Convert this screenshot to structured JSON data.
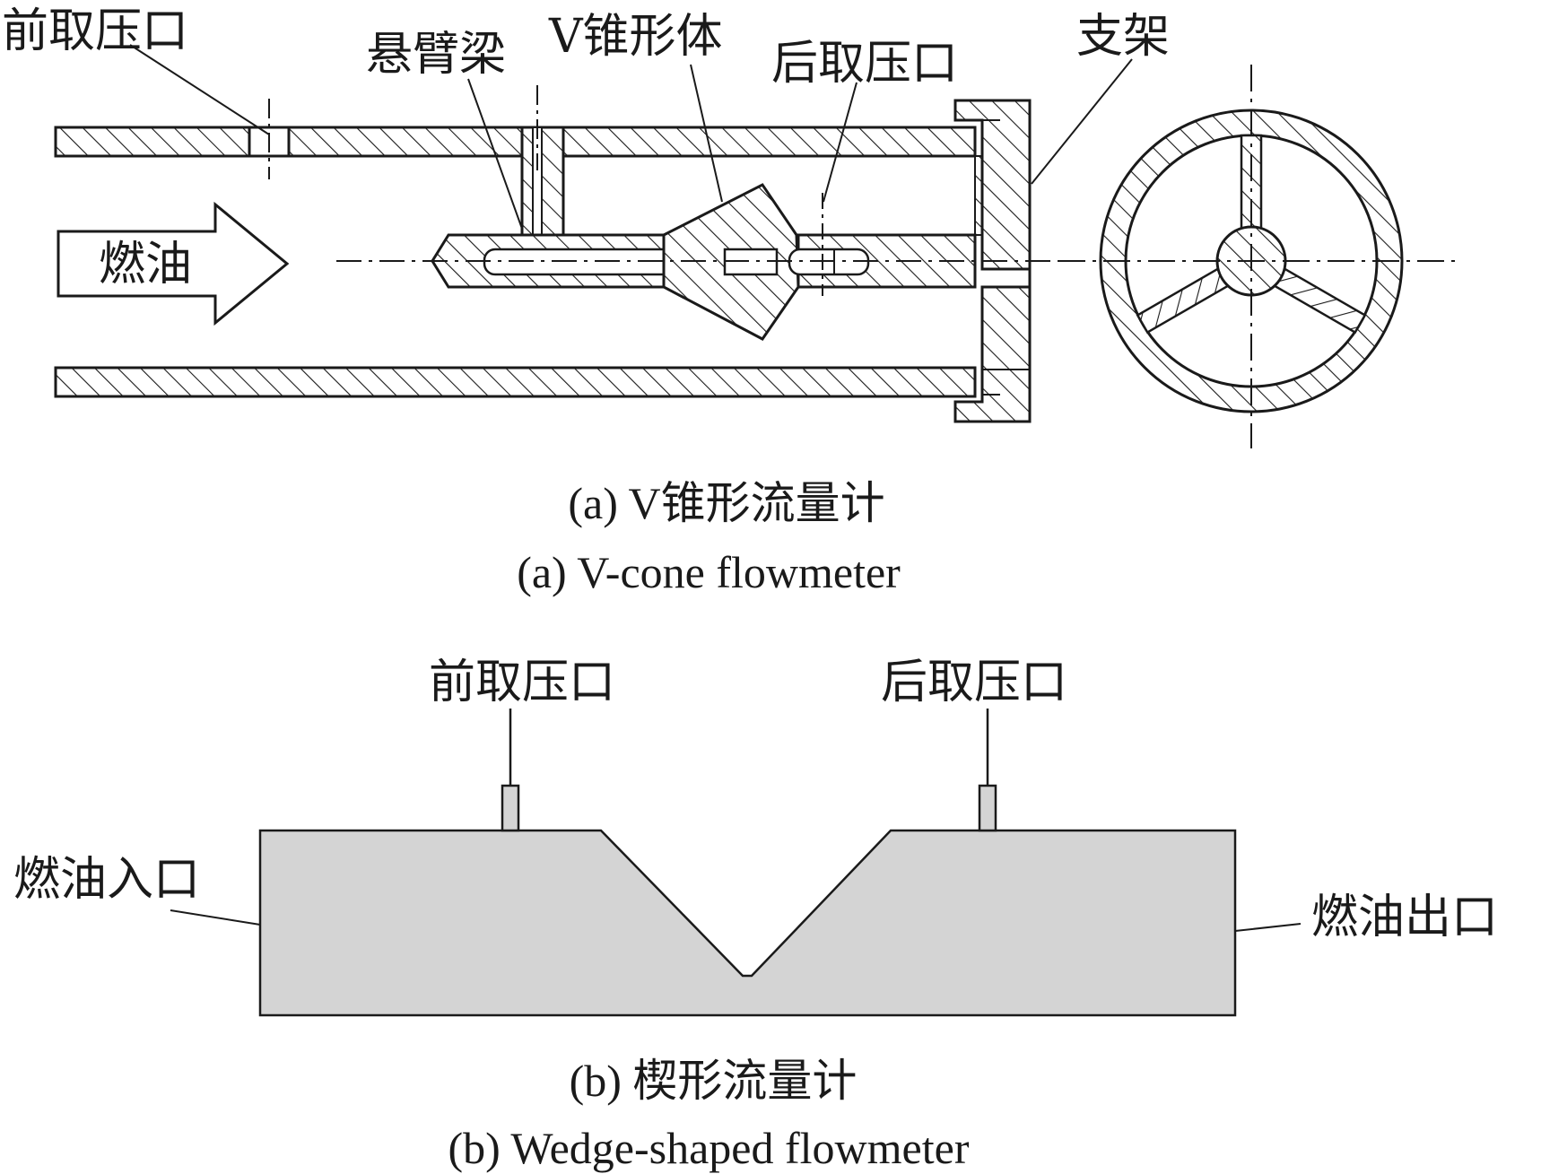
{
  "figure_a": {
    "labels": {
      "front_tap": "前取压口",
      "cantilever": "悬臂梁",
      "v_cone_body": "V锥形体",
      "rear_tap": "后取压口",
      "support": "支架",
      "fuel": "燃油"
    },
    "caption_cn": "(a) V锥形流量计",
    "caption_en": "(a) V-cone flowmeter"
  },
  "figure_b": {
    "labels": {
      "front_tap": "前取压口",
      "rear_tap": "后取压口",
      "fuel_inlet": "燃油入口",
      "fuel_outlet": "燃油出口"
    },
    "caption_cn": "(b) 楔形流量计",
    "caption_en": "(b) Wedge-shaped flowmeter"
  },
  "colors": {
    "line": "#1a1a1a",
    "wedge_fill": "#d4d4d4",
    "background": "#ffffff"
  }
}
